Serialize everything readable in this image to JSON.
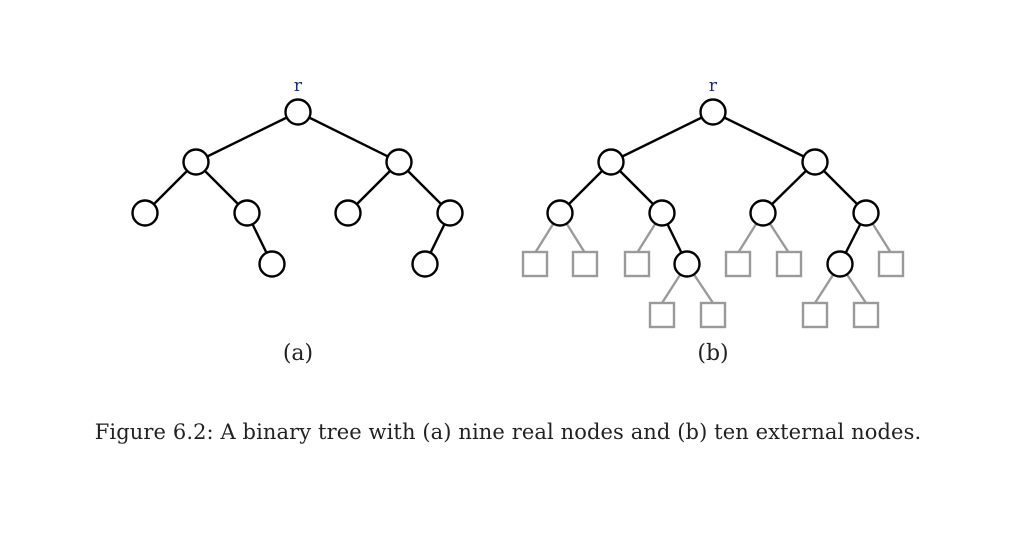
{
  "figure": {
    "panel_a": {
      "root_label": "r",
      "sub_label": "(a)"
    },
    "panel_b": {
      "root_label": "r",
      "sub_label": "(b)"
    },
    "caption": "Figure 6.2: A binary tree with (a) nine real nodes and (b) ten external nodes.",
    "colors": {
      "real": "#000000",
      "external": "#9a9a9a"
    }
  }
}
